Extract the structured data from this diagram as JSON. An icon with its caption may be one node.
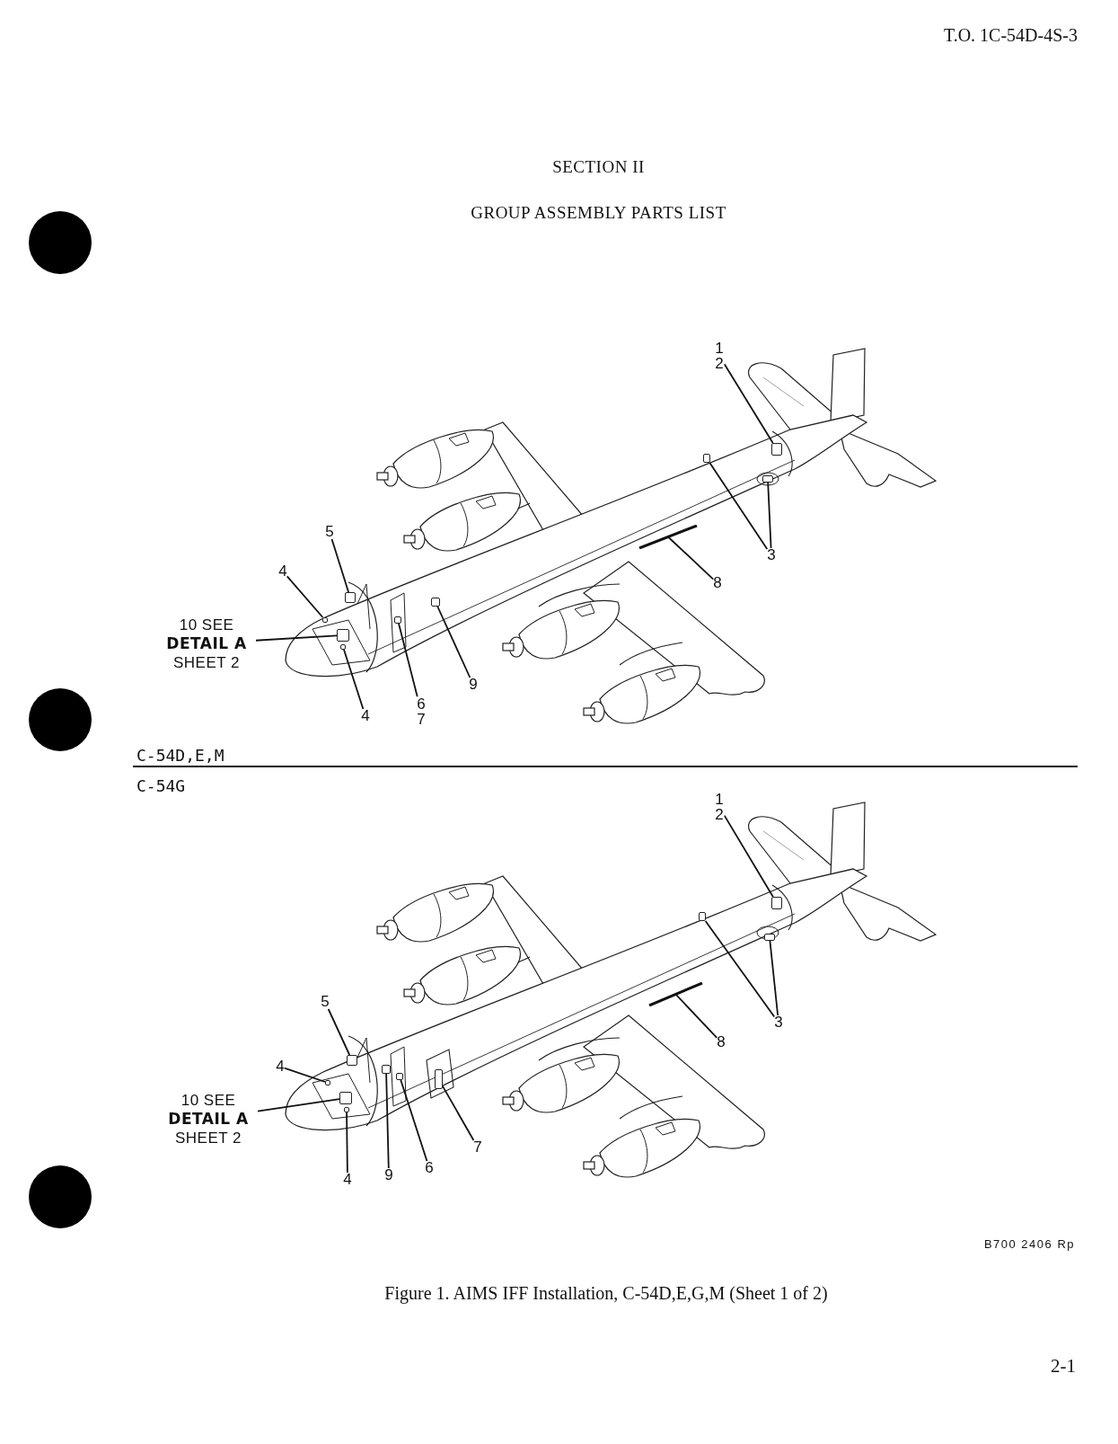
{
  "diagram": {
    "title": "GROUP ASSEMBLY PARTS LIST",
    "caption": "Figure 1.  AIMS IFF Installation, C-54D,E,G,M (Sheet 1 of 2)",
    "nodes": [
      {
        "text": [
          "1",
          "2"
        ]
      },
      {
        "text": [],
        "shape": "box"
      },
      {
        "text": [
          "3"
        ]
      },
      {
        "text": [],
        "shape": "box"
      },
      {
        "text": [],
        "shape": "box"
      },
      {
        "text": [
          "5"
        ]
      },
      {
        "text": [],
        "shape": "box"
      },
      {
        "text": [
          "4"
        ]
      },
      {
        "text": [],
        "shape": "box"
      },
      {
        "text": [
          "10 SEE **DETAIL A** SHEET 2"
        ]
      },
      {
        "text": [],
        "shape": "box"
      },
      {
        "text": [
          "8"
        ]
      },
      {
        "text": [],
        "shape": "bar"
      },
      {
        "text": [
          "9"
        ]
      },
      {
        "text": [],
        "shape": "box"
      },
      {
        "text": [
          "6",
          "7"
        ]
      },
      {
        "text": [],
        "shape": "box"
      },
      {
        "text": [
          "4"
        ]
      },
      {
        "text": [],
        "shape": "box"
      },
      {
        "text": [
          "1",
          "2"
        ]
      },
      {
        "text": [],
        "shape": "box"
      },
      {
        "text": [
          "3"
        ]
      },
      {
        "text": [],
        "shape": "box"
      },
      {
        "text": [],
        "shape": "box"
      },
      {
        "text": [
          "8"
        ]
      },
      {
        "text": [],
        "shape": "bar"
      },
      {
        "text": [
          "5"
        ]
      },
      {
        "text": [],
        "shape": "box"
      },
      {
        "text": [
          "4"
        ]
      },
      {
        "text": [],
        "shape": "box"
      },
      {
        "text": [
          "10 SEE **DETAIL A** SHEET 2"
        ]
      },
      {
        "text": [],
        "shape": "box"
      },
      {
        "text": [
          "7"
        ]
      },
      {
        "text": [],
        "shape": "box"
      },
      {
        "text": [
          "4"
        ]
      },
      {
        "text": [],
        "shape": "box"
      },
      {
        "text": [
          "9"
        ]
      },
      {
        "text": [],
        "shape": "box"
      },
      {
        "text": [
          "6"
        ]
      },
      {
        "text": [],
        "shape": "box"
      }
    ],
    "edges": [
      {
        "from": 0,
        "to": 1,
        "arrow": "none"
      },
      {
        "from": 2,
        "to": 3,
        "arrow": "none"
      },
      {
        "from": 2,
        "to": 4,
        "arrow": "none"
      },
      {
        "from": 5,
        "to": 6,
        "arrow": "none"
      },
      {
        "from": 7,
        "to": 8,
        "arrow": "none"
      },
      {
        "from": 9,
        "to": 10,
        "arrow": "none"
      },
      {
        "from": 11,
        "to": 12,
        "arrow": "none"
      },
      {
        "from": 13,
        "to": 14,
        "arrow": "none"
      },
      {
        "from": 15,
        "to": 16,
        "arrow": "none"
      },
      {
        "from": 17,
        "to": 18,
        "arrow": "none"
      },
      {
        "from": 19,
        "to": 20,
        "arrow": "none"
      },
      {
        "from": 21,
        "to": 22,
        "arrow": "none"
      },
      {
        "from": 21,
        "to": 23,
        "arrow": "none"
      },
      {
        "from": 24,
        "to": 25,
        "arrow": "none"
      },
      {
        "from": 26,
        "to": 27,
        "arrow": "none"
      },
      {
        "from": 28,
        "to": 29,
        "arrow": "none"
      },
      {
        "from": 30,
        "to": 31,
        "arrow": "none"
      },
      {
        "from": 32,
        "to": 33,
        "arrow": "none"
      },
      {
        "from": 34,
        "to": 35,
        "arrow": "none"
      },
      {
        "from": 36,
        "to": 37,
        "arrow": "none"
      },
      {
        "from": 38,
        "to": 39,
        "arrow": "none"
      }
    ],
    "labels": [
      "T.O. 1C-54D-4S-3",
      "SECTION II",
      "C-54D,E,M",
      "C-54G",
      "B700 2406 Rp",
      "2-1"
    ]
  }
}
